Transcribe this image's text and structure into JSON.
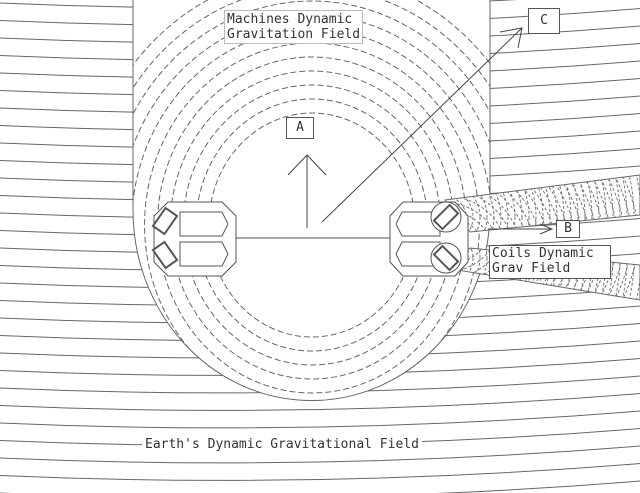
{
  "labels": {
    "machines_field_line1": "Machines Dynamic",
    "machines_field_line2": "Gravitation Field",
    "vector_a": "A",
    "vector_b": "B",
    "vector_c": "C",
    "coils_field_line1": "Coils Dynamic",
    "coils_field_line2": "Grav Field",
    "earth_field": "Earth's Dynamic Gravitational Field"
  },
  "colors": {
    "line": "#555555",
    "background": "#ffffff"
  }
}
